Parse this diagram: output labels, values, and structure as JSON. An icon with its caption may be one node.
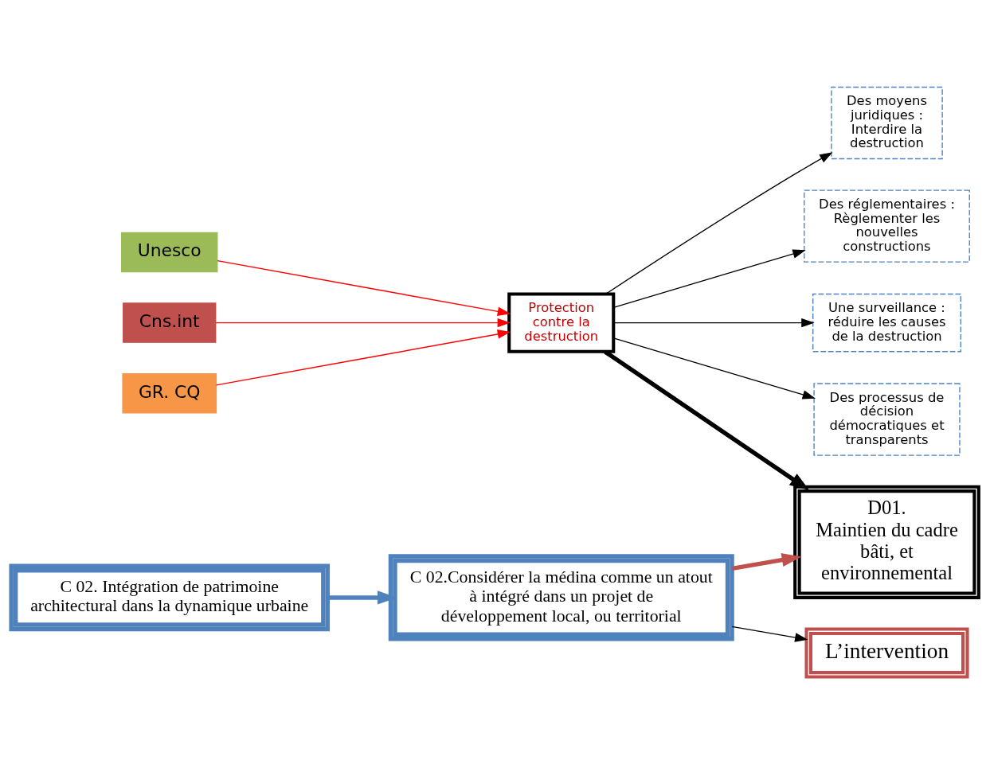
{
  "diagram": {
    "nodes": [
      {
        "text": [
          "L’intervention"
        ]
      },
      {
        "text": [
          "C 02. Intégration de patrimoine architectural dans la dynamique urbaine"
        ]
      },
      {
        "text": [
          "C 02.Considérer la médina comme un atout à intégré dans un projet de développement local, ou territorial"
        ]
      },
      {
        "text": [
          "Des moyens juridiques : Interdire la destruction"
        ]
      },
      {
        "text": [
          "Des réglementaires : Règlementer les nouvelles constructions"
        ]
      },
      {
        "text": [
          "Unesco"
        ]
      },
      {
        "text": [
          "Cns.int"
        ]
      },
      {
        "text": [
          "GR. CQ"
        ]
      },
      {
        "text": [
          "Protection contre la destruction"
        ]
      },
      {
        "text": [
          "D01.",
          "Maintien du cadre bâti, et environnemental"
        ]
      },
      {
        "text": [
          "Une surveillance : réduire les causes de la destruction"
        ]
      },
      {
        "text": [
          "Des processus de décision démocratiques et transparents"
        ]
      }
    ],
    "edges": [
      {
        "from": 1,
        "to": 2,
        "arrow": "to",
        "style": "thick",
        "color": "#4f81bd"
      },
      {
        "from": 2,
        "to": 0,
        "arrow": "to"
      },
      {
        "from": 2,
        "to": 9,
        "arrow": "to",
        "style": "thick",
        "color": "#c0504d"
      },
      {
        "from": 8,
        "to": 3,
        "arrow": "to"
      },
      {
        "from": 8,
        "to": 4,
        "arrow": "to"
      },
      {
        "from": 8,
        "to": 10,
        "arrow": "to"
      },
      {
        "from": 8,
        "to": 11,
        "arrow": "to"
      },
      {
        "from": 8,
        "to": 9,
        "arrow": "to",
        "style": "thick"
      },
      {
        "from": 5,
        "to": 8,
        "arrow": "to",
        "color": "#ff0000"
      },
      {
        "from": 6,
        "to": 8,
        "arrow": "to",
        "color": "#ff0000"
      },
      {
        "from": 7,
        "to": 8,
        "arrow": "to",
        "color": "#ff0000"
      }
    ]
  }
}
